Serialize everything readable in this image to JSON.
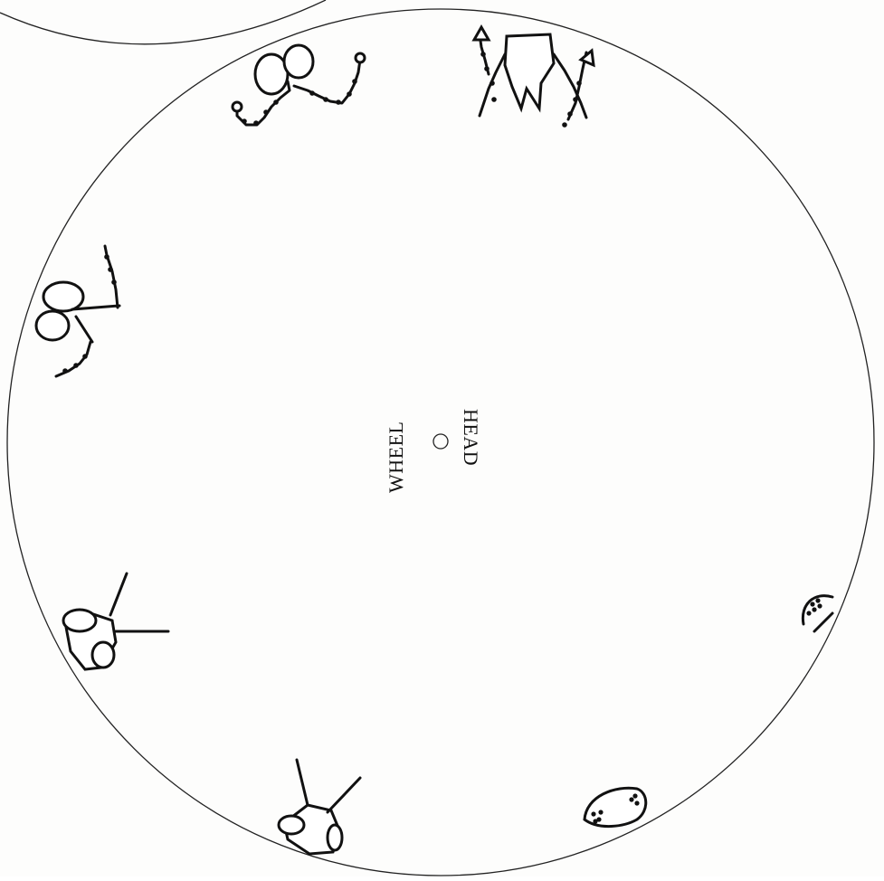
{
  "wheel": {
    "label_head": "HEAD",
    "label_wheel": "WHEEL",
    "center_marker": "hub-circle",
    "stroke_color": "#111111",
    "background_color": "#ffffff"
  },
  "figures": [
    {
      "name": "head-with-two-chains",
      "icon": "head-chain-icon"
    },
    {
      "name": "head-with-two-chains-spiked",
      "icon": "head-chain-spiked-icon"
    },
    {
      "name": "head-with-one-chain",
      "icon": "head-chain-side-icon"
    },
    {
      "name": "head-with-antennae-left",
      "icon": "head-antenna-icon"
    },
    {
      "name": "head-with-antennae-bottom",
      "icon": "head-antenna-bottom-icon"
    },
    {
      "name": "bald-head-dotted",
      "icon": "bald-head-icon"
    },
    {
      "name": "small-dome-dotted",
      "icon": "small-dome-icon"
    }
  ]
}
